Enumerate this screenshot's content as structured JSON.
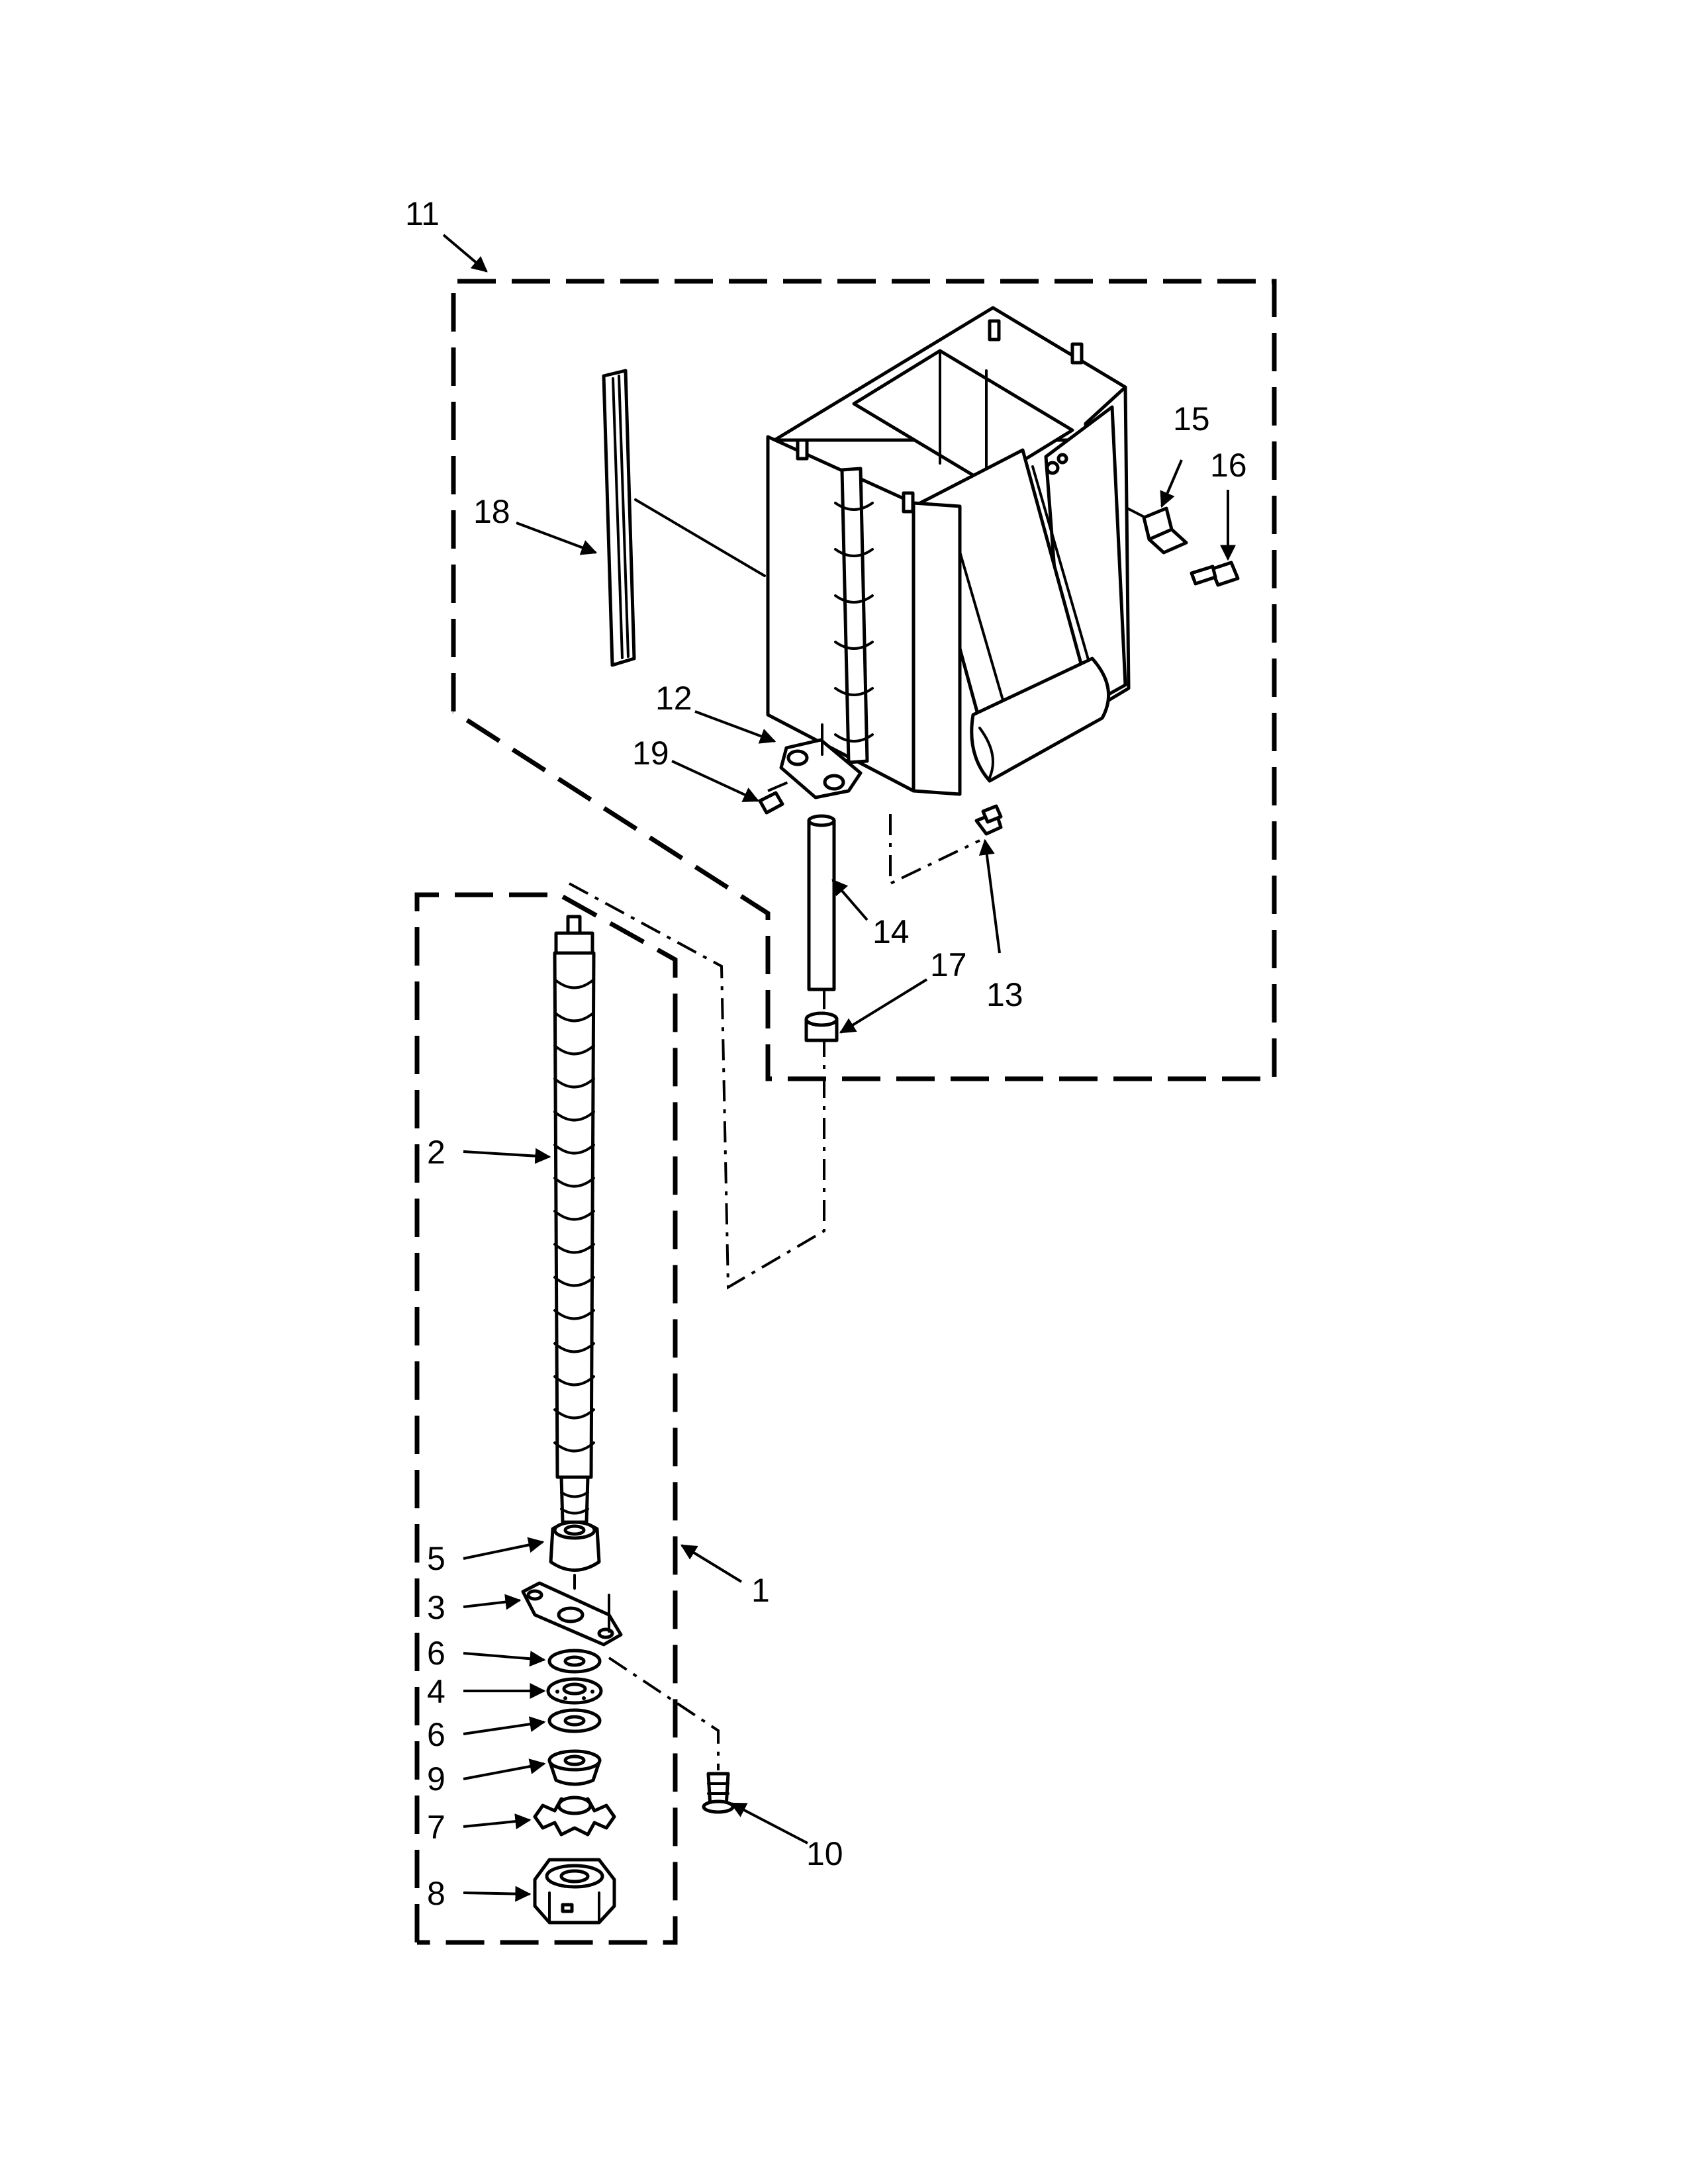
{
  "callouts": [
    {
      "id": "1",
      "label": "1"
    },
    {
      "id": "2",
      "label": "2"
    },
    {
      "id": "3",
      "label": "3"
    },
    {
      "id": "4",
      "label": "4"
    },
    {
      "id": "5",
      "label": "5"
    },
    {
      "id": "6a",
      "label": "6"
    },
    {
      "id": "6b",
      "label": "6"
    },
    {
      "id": "7",
      "label": "7"
    },
    {
      "id": "8",
      "label": "8"
    },
    {
      "id": "9",
      "label": "9"
    },
    {
      "id": "10",
      "label": "10"
    },
    {
      "id": "11",
      "label": "11"
    },
    {
      "id": "12",
      "label": "12"
    },
    {
      "id": "13",
      "label": "13"
    },
    {
      "id": "14",
      "label": "14"
    },
    {
      "id": "15",
      "label": "15"
    },
    {
      "id": "16",
      "label": "16"
    },
    {
      "id": "17",
      "label": "17"
    },
    {
      "id": "18",
      "label": "18"
    },
    {
      "id": "19",
      "label": "19"
    }
  ]
}
